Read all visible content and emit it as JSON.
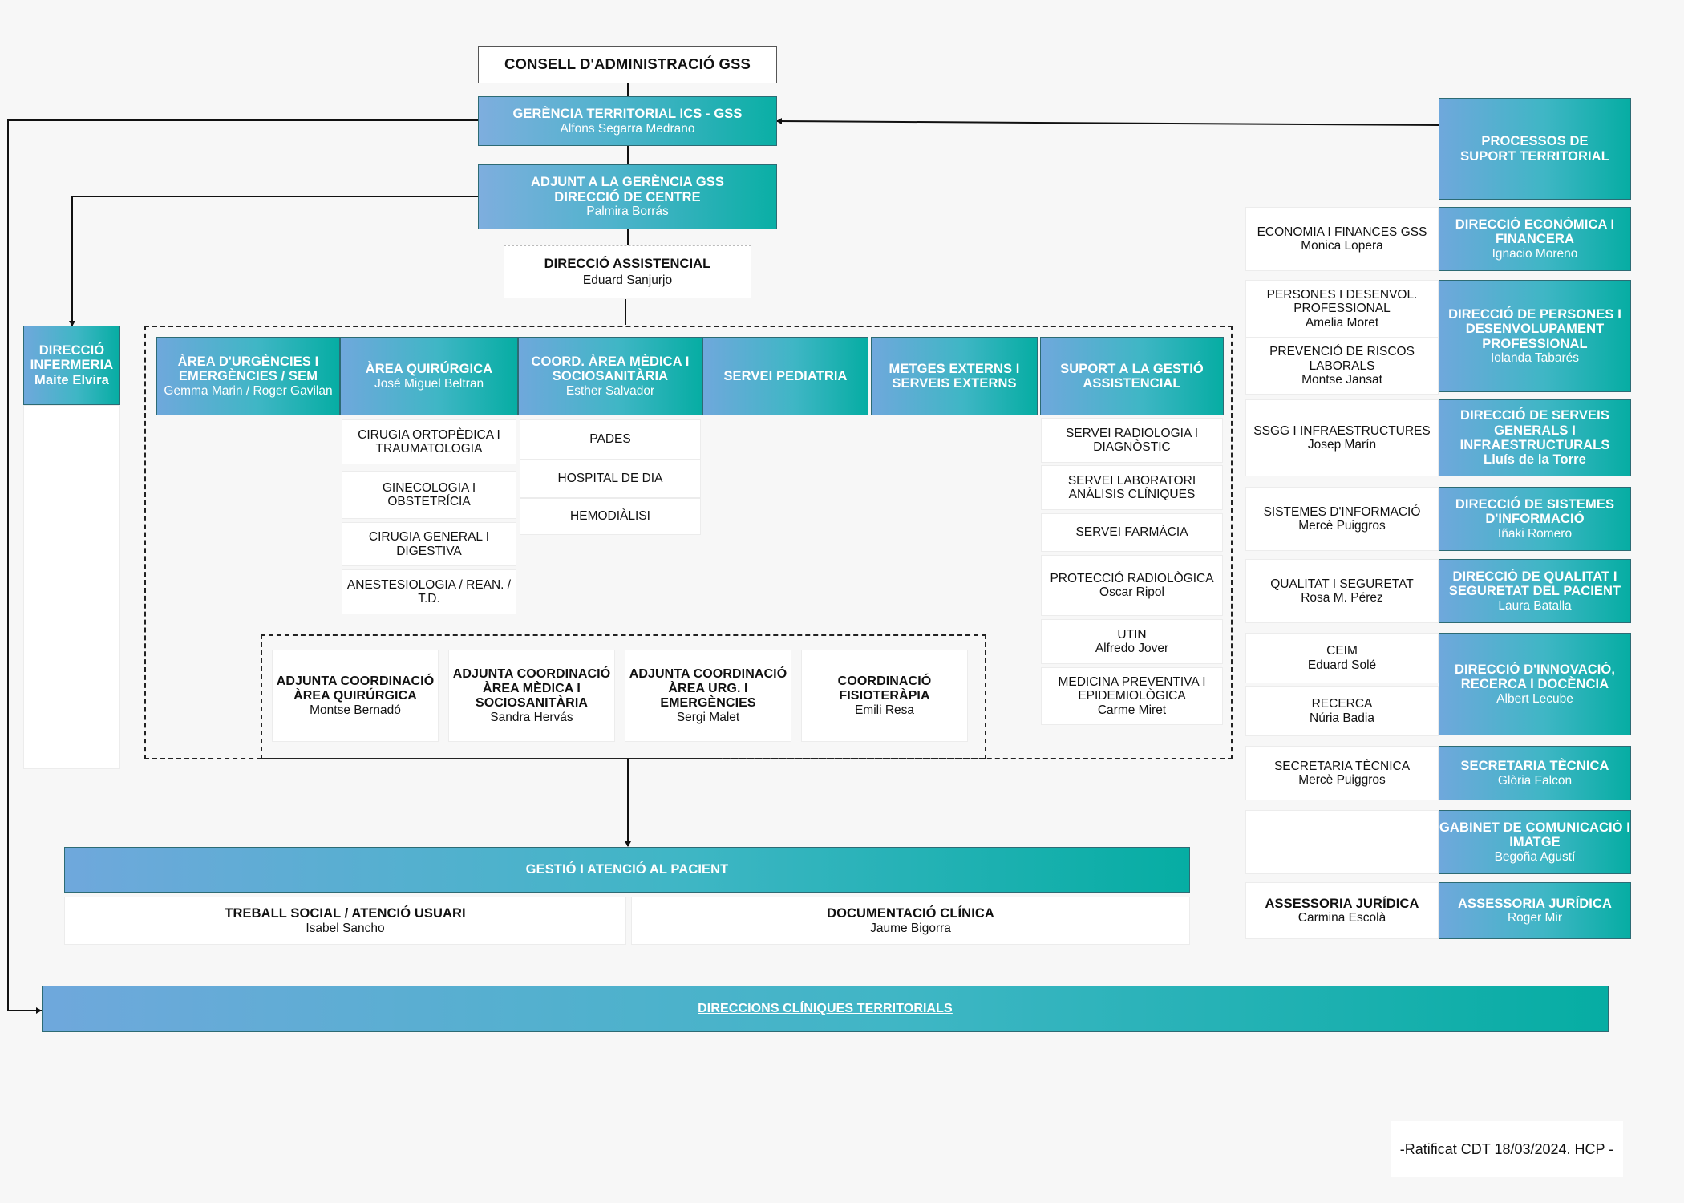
{
  "board": {
    "title": "CONSELL D'ADMINISTRACIÓ GSS"
  },
  "gerencia": {
    "title": "GERÈNCIA TERRITORIAL ICS - GSS",
    "name": "Alfons Segarra Medrano"
  },
  "adjunt": {
    "title_l1": "ADJUNT A LA GERÈNCIA GSS",
    "title_l2": "DIRECCIÓ DE CENTRE",
    "name": "Palmira Borrás"
  },
  "assistencial": {
    "title": "DIRECCIÓ ASSISTENCIAL",
    "name": "Eduard Sanjurjo"
  },
  "infermeria": {
    "title_l1": "DIRECCIÓ",
    "title_l2": "INFERMERIA",
    "name": "Maite Elvira"
  },
  "areas": [
    {
      "title": "ÀREA D'URGÈNCIES I EMERGÈNCIES / SEM",
      "name": "Gemma Marin / Roger Gavilan"
    },
    {
      "title": "ÀREA QUIRÚRGICA",
      "name": "José Miguel Beltran"
    },
    {
      "title": "COORD. ÀREA MÈDICA I SOCIOSANITÀRIA",
      "name": "Esther Salvador"
    },
    {
      "title": "SERVEI PEDIATRIA",
      "name": ""
    },
    {
      "title": "METGES EXTERNS I SERVEIS EXTERNS",
      "name": ""
    },
    {
      "title": "SUPORT A LA GESTIÓ ASSISTENCIAL",
      "name": ""
    }
  ],
  "quirurgica_units": [
    {
      "label": "CIRUGIA ORTOPÈDICA I TRAUMATOLOGIA"
    },
    {
      "label": "GINECOLOGIA I OBSTETRÍCIA"
    },
    {
      "label": "CIRUGIA GENERAL I DIGESTIVA"
    },
    {
      "label": "ANESTESIOLOGIA / REAN. / T.D."
    }
  ],
  "medica_units": [
    {
      "label": "PADES"
    },
    {
      "label": "HOSPITAL DE DIA"
    },
    {
      "label": "HEMODIÀLISI"
    }
  ],
  "suport_units": [
    {
      "label": "SERVEI RADIOLOGIA I DIAGNÒSTIC",
      "name": ""
    },
    {
      "label": "SERVEI LABORATORI ANÀLISIS CLÍNIQUES",
      "name": ""
    },
    {
      "label": "SERVEI FARMÀCIA",
      "name": ""
    },
    {
      "label": "PROTECCIÓ RADIOLÒGICA",
      "name": "Oscar Ripol"
    },
    {
      "label": "UTIN",
      "name": "Alfredo Jover"
    },
    {
      "label": "MEDICINA PREVENTIVA I EPIDEMIOLÒGICA",
      "name": "Carme Miret"
    }
  ],
  "adjuntes": [
    {
      "title": "ADJUNTA COORDINACIÓ ÀREA QUIRÚRGICA",
      "name": "Montse Bernadó"
    },
    {
      "title": "ADJUNTA COORDINACIÓ ÀREA MÈDICA I SOCIOSANITÀRIA",
      "name": "Sandra Hervás"
    },
    {
      "title": "ADJUNTA COORDINACIÓ ÀREA URG. I EMERGÈNCIES",
      "name": "Sergi Malet"
    },
    {
      "title": "COORDINACIÓ FISIOTERÀPIA",
      "name": "Emili Resa"
    }
  ],
  "gestio": {
    "title": "GESTIÓ I ATENCIÓ AL PACIENT",
    "units": [
      {
        "title": "TREBALL SOCIAL / ATENCIÓ USUARI",
        "name": "Isabel Sancho"
      },
      {
        "title": "DOCUMENTACIÓ CLÍNICA",
        "name": "Jaume Bigorra"
      }
    ]
  },
  "direccions_cliniques": {
    "title": "DIRECCIONS CLÍNIQUES TERRITORIALS"
  },
  "processos": {
    "title": "PROCESSOS DE SUPORT TERRITORIAL"
  },
  "support_rows": [
    {
      "direction": "DIRECCIÓ ECONÒMICA I FINANCERA",
      "dir_name": "Ignacio Moreno",
      "units": [
        {
          "title": "ECONOMIA I FINANCES GSS",
          "name": "Monica Lopera"
        }
      ]
    },
    {
      "direction": "DIRECCIÓ DE PERSONES I DESENVOLUPAMENT PROFESSIONAL",
      "dir_name": "Iolanda Tabarés",
      "units": [
        {
          "title": "PERSONES I DESENVOL. PROFESSIONAL",
          "name": "Amelia Moret"
        },
        {
          "title": "PREVENCIÓ DE RISCOS LABORALS",
          "name": "Montse Jansat"
        }
      ]
    },
    {
      "direction": "DIRECCIÓ DE SERVEIS GENERALS I INFRAESTRUCTURALS",
      "dir_name": "Lluís de la Torre",
      "units": [
        {
          "title": "SSGG I INFRAESTRUCTURES",
          "name": "Josep Marín"
        }
      ]
    },
    {
      "direction": "DIRECCIÓ DE SISTEMES D'INFORMACIÓ",
      "dir_name": "Iñaki Romero",
      "units": [
        {
          "title": "SISTEMES D'INFORMACIÓ",
          "name": "Mercè Puiggros"
        }
      ]
    },
    {
      "direction": "DIRECCIÓ DE QUALITAT I SEGURETAT DEL PACIENT",
      "dir_name": "Laura Batalla",
      "units": [
        {
          "title": "QUALITAT I SEGURETAT",
          "name": "Rosa M. Pérez"
        }
      ]
    },
    {
      "direction": "DIRECCIÓ D'INNOVACIÓ, RECERCA I DOCÈNCIA",
      "dir_name": "Albert Lecube",
      "units": [
        {
          "title": "CEIM",
          "name": "Eduard Solé"
        },
        {
          "title": "RECERCA",
          "name": "Núria Badia"
        }
      ]
    },
    {
      "direction": "SECRETARIA TÈCNICA",
      "dir_name": "Glòria Falcon",
      "units": [
        {
          "title": "SECRETARIA TÈCNICA",
          "name": "Mercè Puiggros"
        }
      ]
    },
    {
      "direction": "GABINET DE COMUNICACIÓ I IMATGE",
      "dir_name": "Begoña Agustí",
      "units": []
    },
    {
      "direction": "ASSESSORIA JURÍDICA",
      "dir_name": "Roger Mir",
      "units": [
        {
          "title": "ASSESSORIA JURÍDICA",
          "name": "Carmina Escolà"
        }
      ]
    }
  ],
  "footer": {
    "note": "-Ratificat CDT 18/03/2024. HCP -"
  }
}
